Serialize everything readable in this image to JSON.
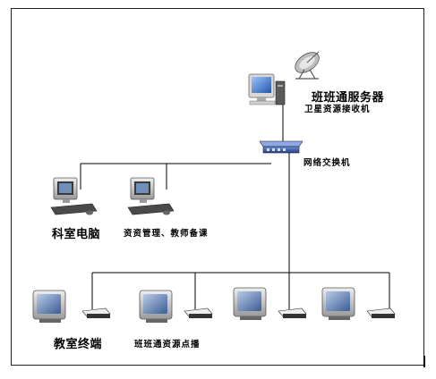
{
  "diagram": {
    "server": {
      "title": "班班通服务器",
      "subtitle": "卫星资源接收机"
    },
    "switch_label": "网络交换机",
    "office_pc_label": "科室电脑",
    "resource_pc_label": "资资管理、教师备课",
    "classroom_terminal_label": "教室终端",
    "broadcast_label": "班班通资源点播",
    "colors": {
      "line": "#000000",
      "monitor_screen": "#3b78c8",
      "switch_body": "#3a5fb8",
      "tv_screen": "#5a7eb8",
      "device_case": "#c8c8c8"
    }
  }
}
